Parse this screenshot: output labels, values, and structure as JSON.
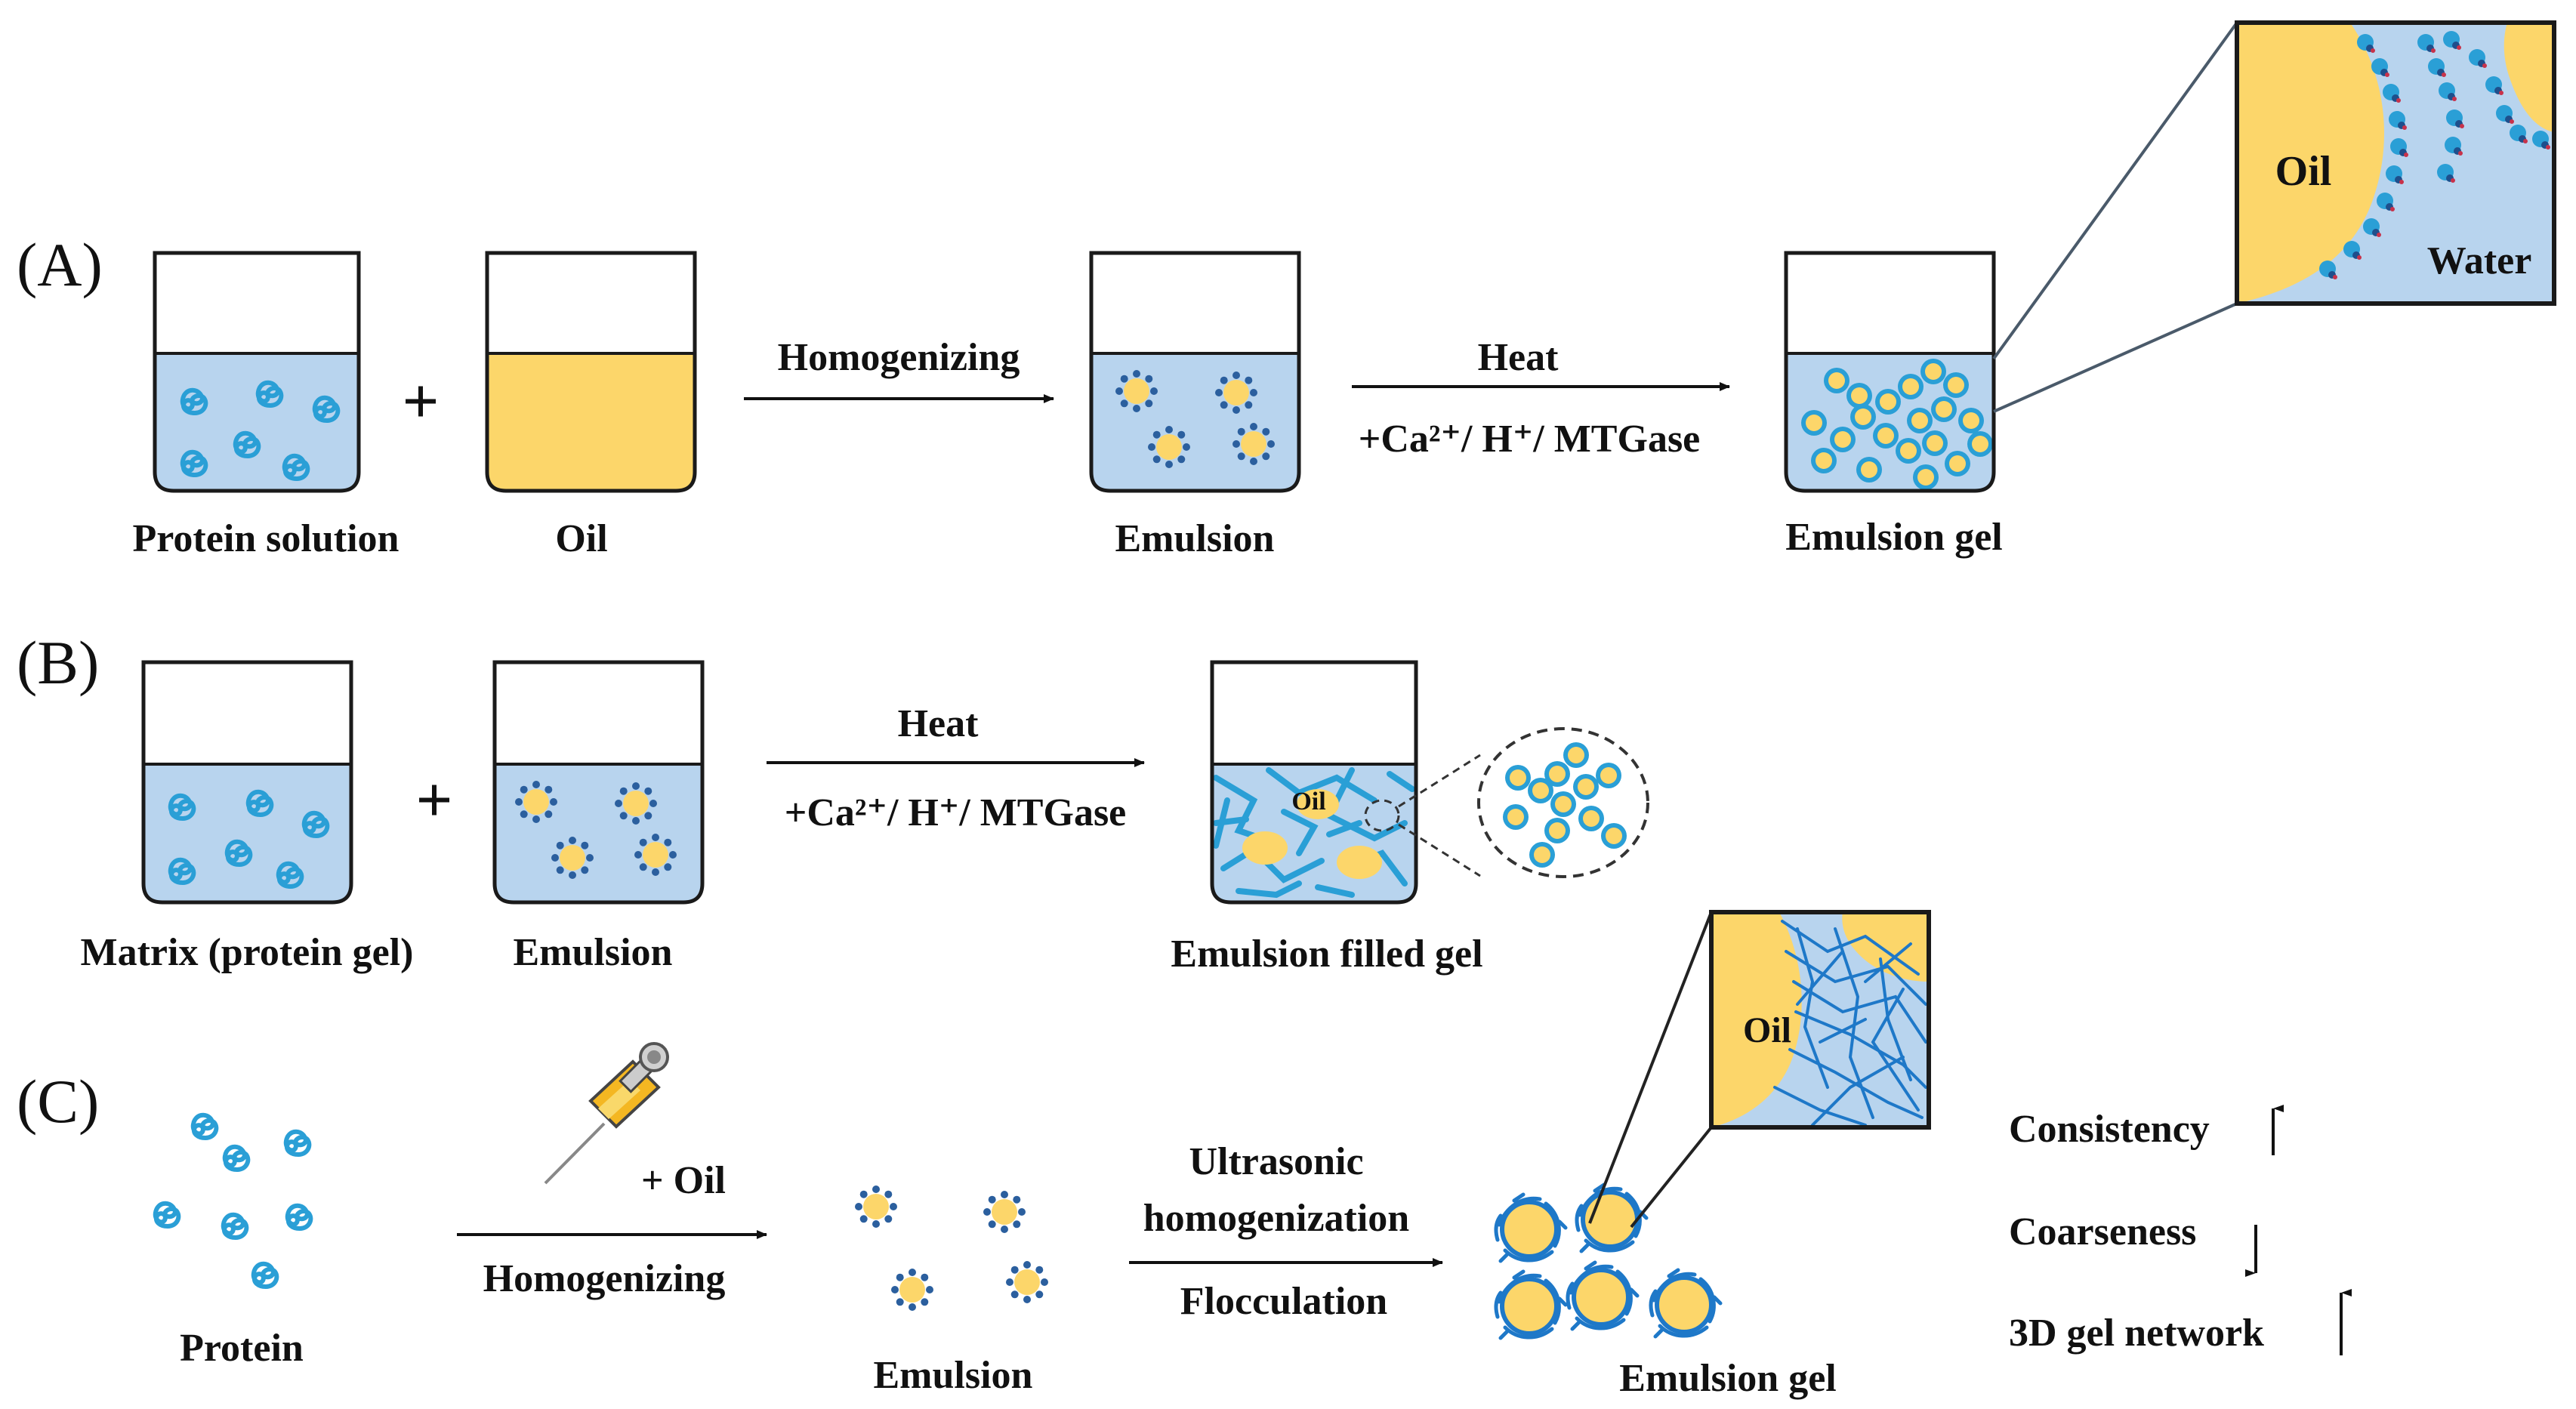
{
  "panels": {
    "a": {
      "letter": "(A)",
      "beaker1_label": "Protein solution",
      "plus": "+",
      "beaker2_label": "Oil",
      "arrow1_label": "Homogenizing",
      "beaker3_label": "Emulsion",
      "arrow2_top": "Heat",
      "arrow2_bottom": "+Ca²⁺/ H⁺/ MTGase",
      "beaker4_label": "Emulsion gel",
      "zoom_oil": "Oil",
      "zoom_water": "Water"
    },
    "b": {
      "letter": "(B)",
      "beaker1_label": "Matrix (protein gel)",
      "plus": "+",
      "beaker2_label": "Emulsion",
      "arrow_top": "Heat",
      "arrow_bottom": "+Ca²⁺/ H⁺/ MTGase",
      "beaker3_label": "Emulsion filled gel",
      "oil_label": "Oil"
    },
    "c": {
      "letter": "(C)",
      "protein_label": "Protein",
      "syringe_label": "+ Oil",
      "arrow1_label": "Homogenizing",
      "emulsion_label": "Emulsion",
      "arrow2_top1": "Ultrasonic",
      "arrow2_top2": "homogenization",
      "arrow2_bottom": "Flocculation",
      "gel_label": "Emulsion gel",
      "zoom_oil": "Oil",
      "props": [
        {
          "label": "Consistency",
          "direction": "up"
        },
        {
          "label": "Coarseness",
          "direction": "down"
        },
        {
          "label": "3D gel network",
          "direction": "up"
        }
      ]
    }
  },
  "colors": {
    "water": "#b8d4ee",
    "oil": "#fcd66a",
    "protein": "#2a9fd6",
    "network": "#1e78c8",
    "droplet_shell": "#2b5f9e",
    "outline": "#1a1a1a"
  }
}
